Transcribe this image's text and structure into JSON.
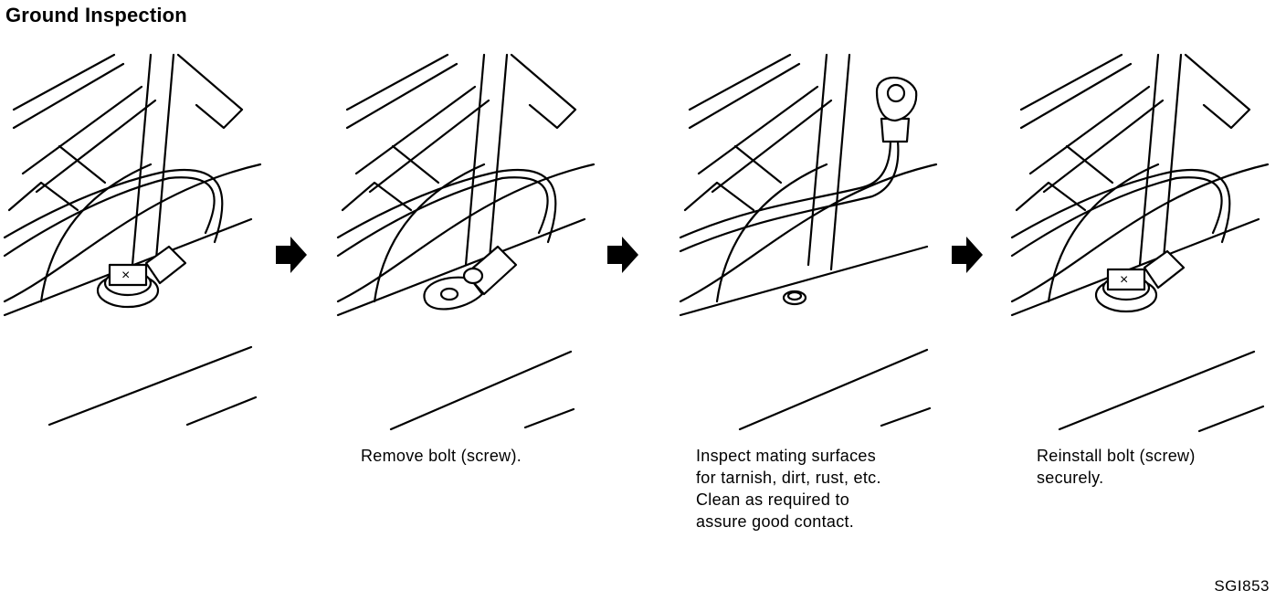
{
  "title": "Ground Inspection",
  "steps": [
    {
      "caption": ""
    },
    {
      "caption": "Remove bolt (screw)."
    },
    {
      "caption": "Inspect mating surfaces\nfor tarnish, dirt, rust, etc.\nClean as required to\nassure good contact."
    },
    {
      "caption": "Reinstall bolt (screw)\nsecurely."
    }
  ],
  "figure_code": "SGI853"
}
